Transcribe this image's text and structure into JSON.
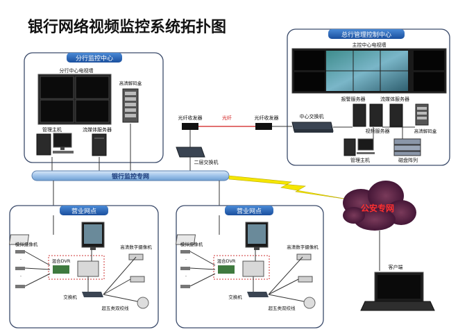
{
  "title": "银行网络视频监控系统拓扑图",
  "branch_center": {
    "header": "分行监控中心",
    "video_wall_label": "分行中心电视墙",
    "hd_decoder_label": "高清解码盒",
    "admin_host_label": "管理主机",
    "streaming_server_label": "流媒体服务器"
  },
  "hq_center": {
    "header": "总行管理控制中心",
    "video_wall_label": "主控中心电视墙",
    "central_switch_label": "中心交换机",
    "alarm_server_label": "报警服务器",
    "streaming_server_label": "流媒体服务器",
    "video_server_label": "视频服务器",
    "hd_decoder_label": "高清解码盒",
    "admin_host_label": "管理主机",
    "disk_array_label": "磁盘阵列"
  },
  "link": {
    "transceiver_left": "光纤收发器",
    "fiber_label": "光纤",
    "transceiver_right": "光纤收发器",
    "l2_switch_label": "二层交换机"
  },
  "bus_label": "银行监控专网",
  "police_cloud_label": "公安专网",
  "client_label": "客户端",
  "outlets": [
    {
      "header": "营业网点",
      "analog_cam_label": "模拟摄像机",
      "hybrid_dvr_label": "混合DVR",
      "hd_cam_label": "高清数字摄像机",
      "switch_label": "交换机",
      "cable_label": "超五类双绞线"
    },
    {
      "header": "营业网点",
      "analog_cam_label": "模拟摄像机",
      "hybrid_dvr_label": "混合DVR",
      "hd_cam_label": "高清数字摄像机",
      "switch_label": "交换机",
      "cable_label": "超五类双绞线"
    }
  ],
  "colors": {
    "title": "#1f3a9a",
    "header_fill": "#1f5fae",
    "bus_fill": "#9ec3ea",
    "fiber": "#d11a1a",
    "lightning": "#f5e600",
    "cloud": "#5a2040",
    "cloud_text": "#ff3030"
  }
}
